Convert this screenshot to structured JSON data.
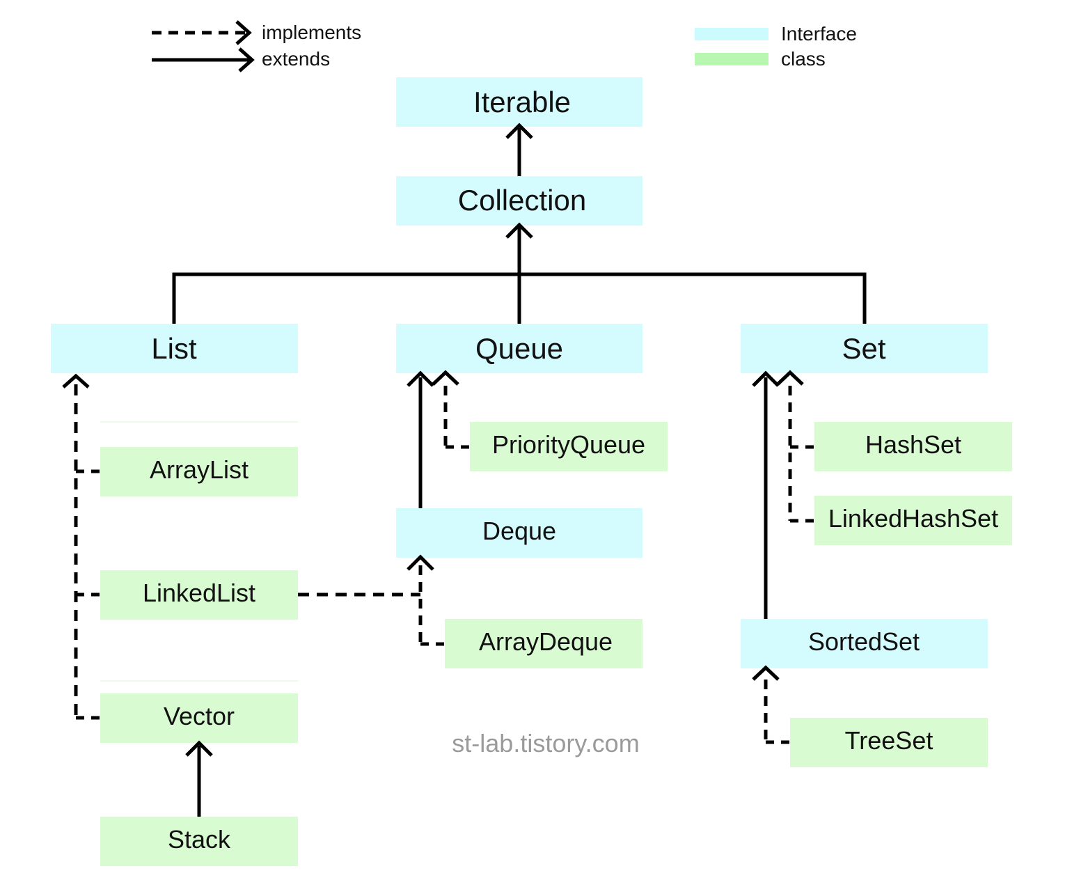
{
  "legend": {
    "implements_label": "implements",
    "extends_label": "extends",
    "interface_label": "Interface",
    "class_label": "class",
    "interface_color": "#ccfbfd",
    "class_color": "#b7f7b0"
  },
  "colors": {
    "interface": "#d4fcfe",
    "class": "#d9fbd1",
    "line": "#000000"
  },
  "nodes": {
    "iterable": {
      "label": "Iterable",
      "kind": "interface"
    },
    "collection": {
      "label": "Collection",
      "kind": "interface"
    },
    "list": {
      "label": "List",
      "kind": "interface"
    },
    "queue": {
      "label": "Queue",
      "kind": "interface"
    },
    "set": {
      "label": "Set",
      "kind": "interface"
    },
    "arraylist": {
      "label": "ArrayList",
      "kind": "class"
    },
    "linkedlist": {
      "label": "LinkedList",
      "kind": "class"
    },
    "vector": {
      "label": "Vector",
      "kind": "class"
    },
    "stack": {
      "label": "Stack",
      "kind": "class"
    },
    "priorityqueue": {
      "label": "PriorityQueue",
      "kind": "class"
    },
    "deque": {
      "label": "Deque",
      "kind": "interface"
    },
    "arraydeque": {
      "label": "ArrayDeque",
      "kind": "class"
    },
    "hashset": {
      "label": "HashSet",
      "kind": "class"
    },
    "linkedhashset": {
      "label": "LinkedHashSet",
      "kind": "class"
    },
    "sortedset": {
      "label": "SortedSet",
      "kind": "interface"
    },
    "treeset": {
      "label": "TreeSet",
      "kind": "class"
    }
  },
  "relations": [
    {
      "from": "Collection",
      "to": "Iterable",
      "type": "extends"
    },
    {
      "from": "List",
      "to": "Collection",
      "type": "extends"
    },
    {
      "from": "Queue",
      "to": "Collection",
      "type": "extends"
    },
    {
      "from": "Set",
      "to": "Collection",
      "type": "extends"
    },
    {
      "from": "ArrayList",
      "to": "List",
      "type": "implements"
    },
    {
      "from": "LinkedList",
      "to": "List",
      "type": "implements"
    },
    {
      "from": "Vector",
      "to": "List",
      "type": "implements"
    },
    {
      "from": "Stack",
      "to": "Vector",
      "type": "extends"
    },
    {
      "from": "PriorityQueue",
      "to": "Queue",
      "type": "implements"
    },
    {
      "from": "Deque",
      "to": "Queue",
      "type": "extends"
    },
    {
      "from": "LinkedList",
      "to": "Deque",
      "type": "implements"
    },
    {
      "from": "ArrayDeque",
      "to": "Deque",
      "type": "implements"
    },
    {
      "from": "HashSet",
      "to": "Set",
      "type": "implements"
    },
    {
      "from": "LinkedHashSet",
      "to": "Set",
      "type": "implements"
    },
    {
      "from": "SortedSet",
      "to": "Set",
      "type": "extends"
    },
    {
      "from": "TreeSet",
      "to": "SortedSet",
      "type": "implements"
    }
  ],
  "watermark": "st-lab.tistory.com"
}
